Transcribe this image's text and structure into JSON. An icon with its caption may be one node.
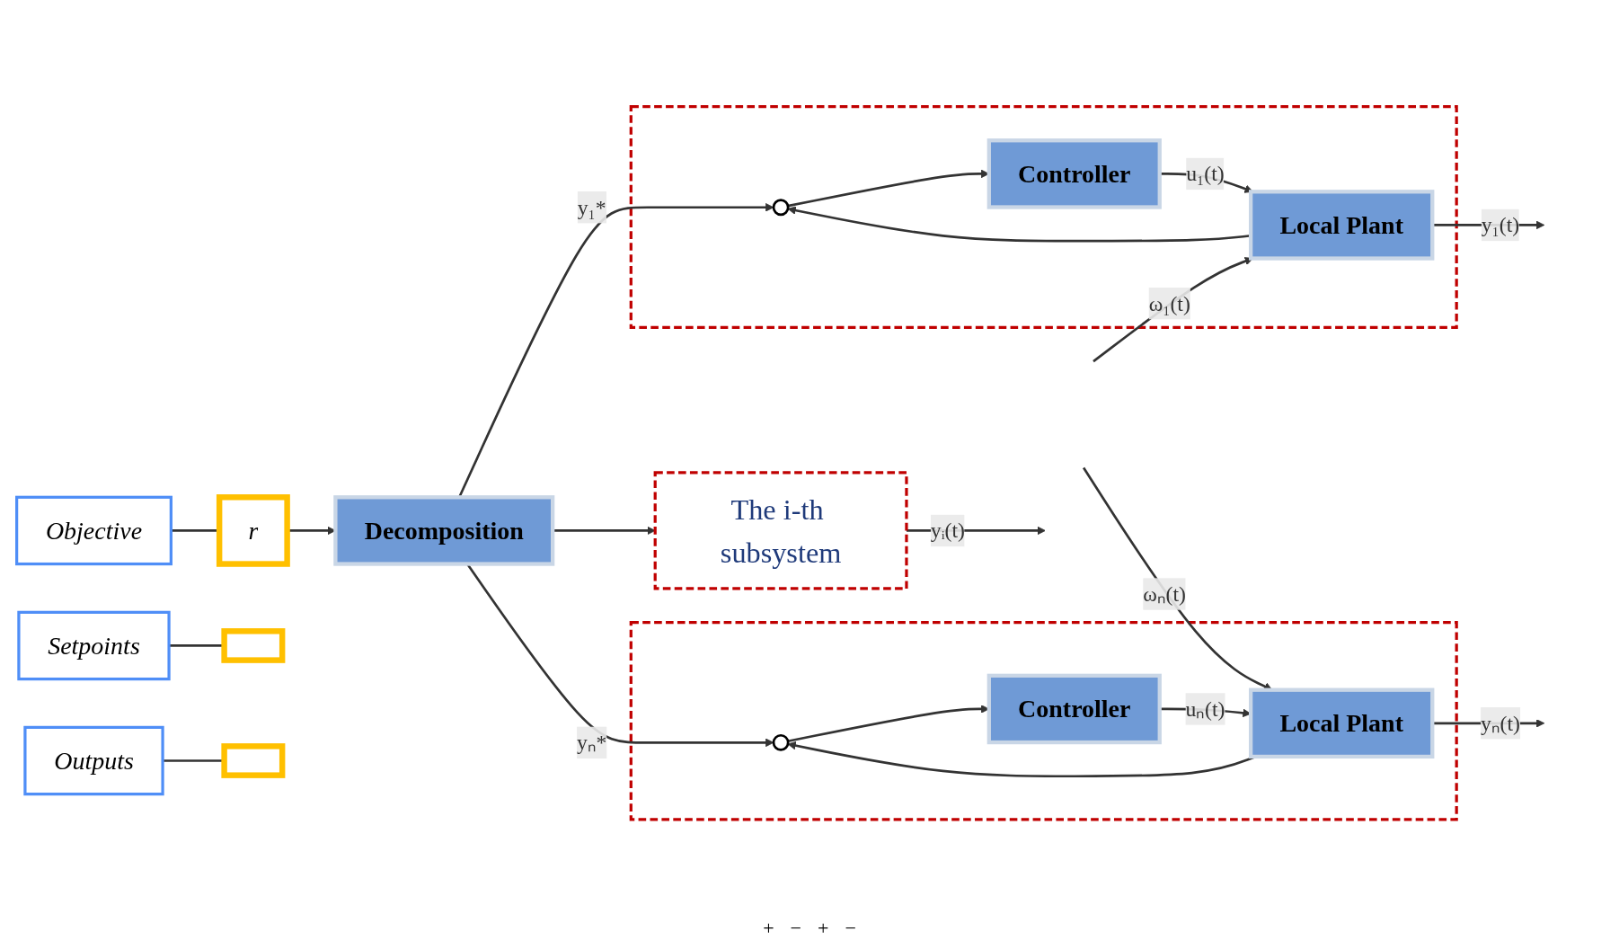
{
  "diagram": {
    "nodes": [
      {
        "text": [
          "r"
        ]
      },
      {
        "text": [
          "Objective"
        ]
      },
      {
        "text": [
          "Decomposition"
        ]
      },
      {
        "text": [],
        "shape": "box"
      },
      {
        "text": [
          "Setpoints"
        ]
      },
      {
        "text": [],
        "shape": "box"
      },
      {
        "text": [],
        "shape": "circle",
        "in": 5
      },
      {
        "text": [
          "Controller"
        ],
        "in": 5
      },
      {
        "text": [
          "Local Plant"
        ],
        "in": 5
      },
      {
        "text": [
          "The i-th subsystem"
        ]
      },
      {
        "text": [],
        "shape": "box"
      },
      {
        "text": [],
        "shape": "circle",
        "in": 10
      },
      {
        "text": [
          "Controller"
        ],
        "in": 10
      },
      {
        "text": [
          "Local Plant"
        ],
        "in": 10
      },
      {
        "text": [],
        "shape": "box"
      },
      {
        "text": [
          "Outputs"
        ]
      }
    ],
    "edges": [
      {
        "from": 0,
        "to": 2,
        "arrow": "to"
      },
      {
        "from": 1,
        "to": 0,
        "arrow": "none"
      },
      {
        "from": 2,
        "to": 6,
        "label": "y₁*",
        "arrow": "to"
      },
      {
        "from": 2,
        "to": 9,
        "arrow": "to"
      },
      {
        "from": 2,
        "to": 11,
        "label": "yₙ*",
        "arrow": "to"
      },
      {
        "from": 6,
        "to": 7,
        "arrow": "to"
      },
      {
        "from": 7,
        "to": 8,
        "label": "u₁(t)",
        "arrow": "to"
      },
      {
        "from": null,
        "to": 8,
        "label": "ω₁(t)",
        "arrow": "to"
      },
      {
        "from": 8,
        "to": 6,
        "arrow": "to"
      },
      {
        "from": 8,
        "to": null,
        "label": "y₁(t)",
        "arrow": "to"
      },
      {
        "from": 9,
        "to": null,
        "label": "yᵢ(t)",
        "arrow": "to"
      },
      {
        "from": 11,
        "to": 12,
        "arrow": "to"
      },
      {
        "from": 12,
        "to": 13,
        "label": "uₙ(t)",
        "arrow": "to"
      },
      {
        "from": null,
        "to": 13,
        "label": "ωₙ(t)",
        "arrow": "to"
      },
      {
        "from": 13,
        "to": 11,
        "arrow": "to"
      },
      {
        "from": 13,
        "to": null,
        "label": "yₙ(t)",
        "arrow": "to"
      },
      {
        "from": 4,
        "to": 3,
        "arrow": "none"
      },
      {
        "from": 15,
        "to": 14,
        "arrow": "none"
      }
    ],
    "labels": [
      "+",
      "−",
      "+",
      "−"
    ]
  }
}
